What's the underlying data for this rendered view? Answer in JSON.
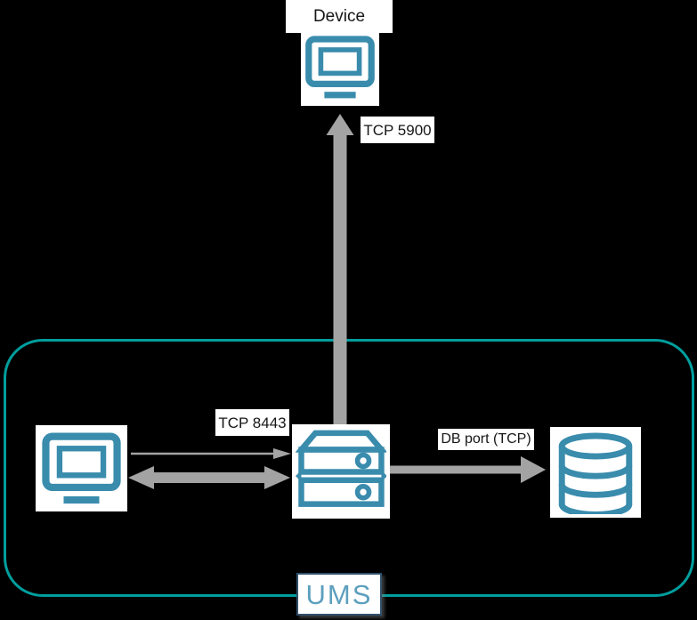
{
  "colors": {
    "background": "#000000",
    "icon": "#3A8CAD",
    "boundary": "#009E9E",
    "arrow": "#A3A3A3",
    "label_bg": "#FFFFFF",
    "label_text": "#161616",
    "ums_text": "#5C9FBE",
    "ums_border": "#31506B"
  },
  "nodes": {
    "device": {
      "label": "Device",
      "icon": "monitor-icon"
    },
    "console": {
      "icon": "monitor-icon"
    },
    "server": {
      "icon": "server-icon"
    },
    "database": {
      "icon": "database-icon"
    }
  },
  "connections": {
    "device_link": {
      "label": "TCP 5900",
      "direction": "up"
    },
    "console_request": {
      "direction": "right",
      "style": "thin"
    },
    "console_session": {
      "label": "TCP 8443",
      "direction": "both",
      "style": "thick"
    },
    "database_link": {
      "label": "DB port (TCP)",
      "direction": "right",
      "style": "thick"
    }
  },
  "boundary": {
    "label": "UMS"
  }
}
